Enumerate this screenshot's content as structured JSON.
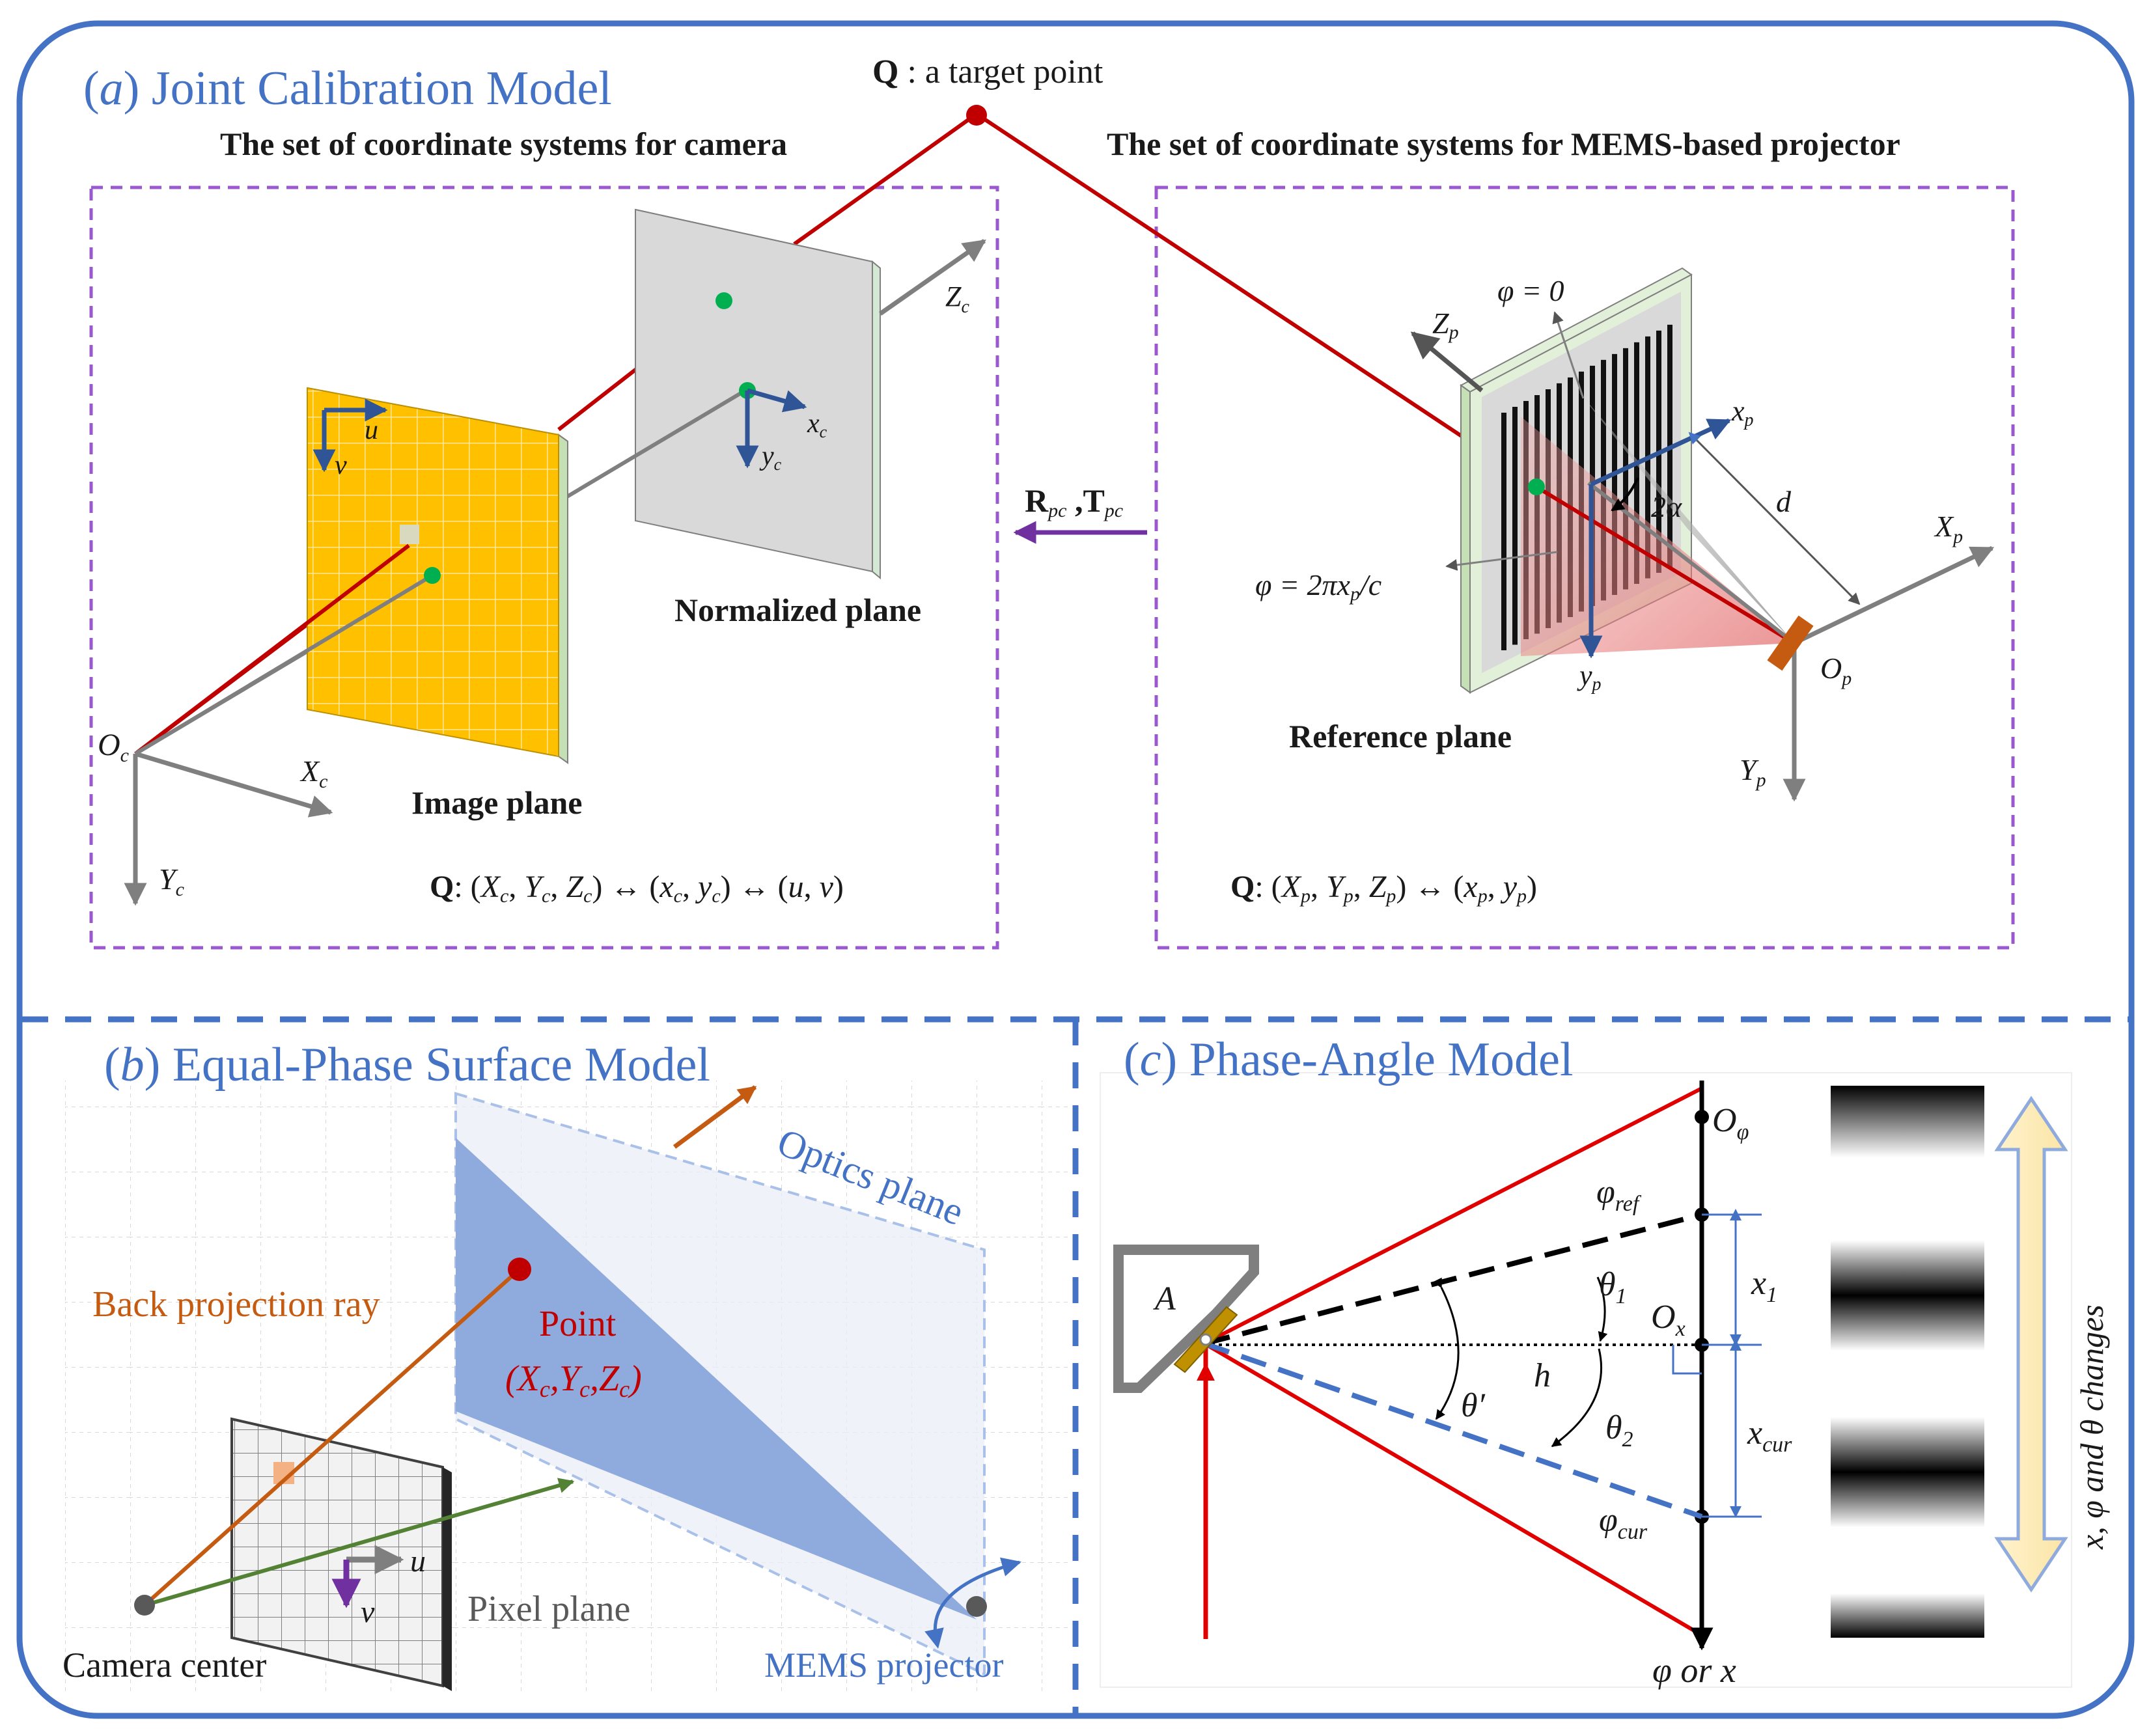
{
  "panel_a": {
    "title_letter": "a",
    "title_text": " Joint Calibration Model",
    "target_label": "Q",
    "target_rest": " : a target point",
    "camera_set": "The set of coordinate systems for camera",
    "projector_set": "The set of coordinate systems for MEMS-based projector",
    "image_plane": "Image plane",
    "normalized_plane": "Normalized plane",
    "reference_plane": "Reference plane",
    "Oc": "O",
    "Oc_sub": "c",
    "Xc": "X",
    "Xc_sub": "c",
    "Yc": "Y",
    "Yc_sub": "c",
    "Zc": "Z",
    "Zc_sub": "c",
    "u": "u",
    "v": "v",
    "xc": "x",
    "xc_sub": "c",
    "yc": "y",
    "yc_sub": "c",
    "R": "R",
    "R_sub": "pc",
    "T": "T",
    "T_sub": "pc",
    "comma": " ,",
    "phi0": "φ = 0",
    "phi_eq": "φ = 2πx",
    "phi_eq_sub": "p",
    "phi_eq_end": "/c",
    "Zp": "Z",
    "Zp_sub": "p",
    "xp": "x",
    "xp_sub": "p",
    "yp": "y",
    "yp_sub": "p",
    "Xp": "X",
    "Xp_sub": "p",
    "Yp": "Y",
    "Yp_sub": "p",
    "Op": "O",
    "Op_sub": "p",
    "two_alpha": "2α",
    "d": "d",
    "eq_left": "Q: (X_c, Y_c, Z_c) ↔ (x_c, y_c) ↔ (u, v)",
    "eq_right": "Q: (X_p, Y_p, Z_p) ↔ (x_p, y_p)"
  },
  "panel_b": {
    "title_letter": "b",
    "title_text": " Equal-Phase Surface Model",
    "optics_plane": "Optics plane",
    "back_ray": "Back projection ray",
    "point": "Point",
    "point_coords": "(Xc,Yc,Zc)",
    "pixel_plane": "Pixel plane",
    "camera_center": "Camera center",
    "mems": "MEMS projector",
    "u": "u",
    "v": "v"
  },
  "panel_c": {
    "title_letter": "c",
    "title_text": " Phase-Angle Model",
    "O_phi": "O",
    "O_phi_sub": "φ",
    "phi_ref": "φ",
    "phi_ref_sub": "ref",
    "phi_cur": "φ",
    "phi_cur_sub": "cur",
    "O_x": "O",
    "O_x_sub": "x",
    "x1": "x",
    "x1_sub": "1",
    "xcur": "x",
    "xcur_sub": "cur",
    "theta1": "θ",
    "theta1_sub": "1",
    "theta2": "θ",
    "theta2_sub": "2",
    "theta_prime": "θ′",
    "h": "h",
    "A": "A",
    "axis_label": "φ or x",
    "side_label": "x, φ and θ changes"
  },
  "colors": {
    "frame": "#4472c4",
    "red_ray": "#c00000",
    "grey_ray": "#7f7f7f",
    "purple_dash": "#9b59d0",
    "yellow_plane": "#ffc000",
    "light_blue": "#8faadc",
    "orange": "#c55a11",
    "green": "#548235"
  }
}
